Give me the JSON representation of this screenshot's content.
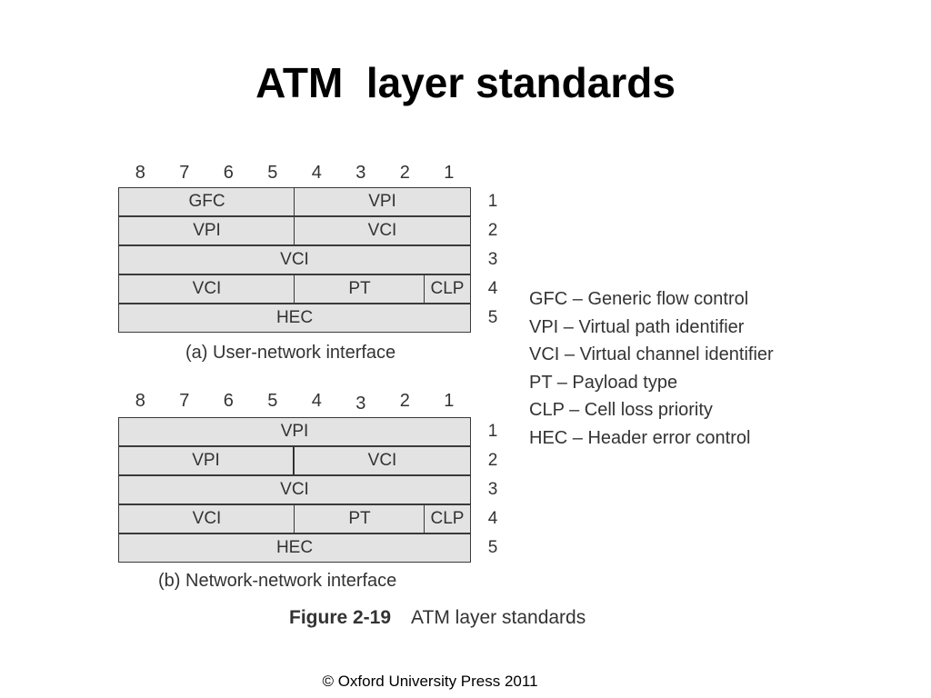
{
  "slide": {
    "title": "ATM  layer standards",
    "footer": "© Oxford University Press 2011"
  },
  "bit_numbers": [
    "8",
    "7",
    "6",
    "5",
    "4",
    "3",
    "2",
    "1"
  ],
  "uni": {
    "caption": "(a) User-network interface",
    "rows": [
      {
        "octet": "1",
        "cells": [
          "GFC",
          "VPI"
        ]
      },
      {
        "octet": "2",
        "cells": [
          "VPI",
          "VCI"
        ]
      },
      {
        "octet": "3",
        "cells": [
          "VCI"
        ]
      },
      {
        "octet": "4",
        "cells": [
          "VCI",
          "PT",
          "CLP"
        ]
      },
      {
        "octet": "5",
        "cells": [
          "HEC"
        ]
      }
    ]
  },
  "nni": {
    "caption": "(b) Network-network interface",
    "rows": [
      {
        "octet": "1",
        "cells": [
          "VPI"
        ]
      },
      {
        "octet": "2",
        "cells": [
          "VPI",
          "VCI"
        ]
      },
      {
        "octet": "3",
        "cells": [
          "VCI"
        ]
      },
      {
        "octet": "4",
        "cells": [
          "VCI",
          "PT",
          "CLP"
        ]
      },
      {
        "octet": "5",
        "cells": [
          "HEC"
        ]
      }
    ]
  },
  "legend": [
    "GFC – Generic flow control",
    "VPI – Virtual path identifier",
    "VCI – Virtual channel identifier",
    "PT – Payload type",
    "CLP – Cell loss priority",
    "HEC – Header error control"
  ],
  "figure_caption": {
    "number": "Figure 2-19",
    "text": "ATM layer standards"
  }
}
